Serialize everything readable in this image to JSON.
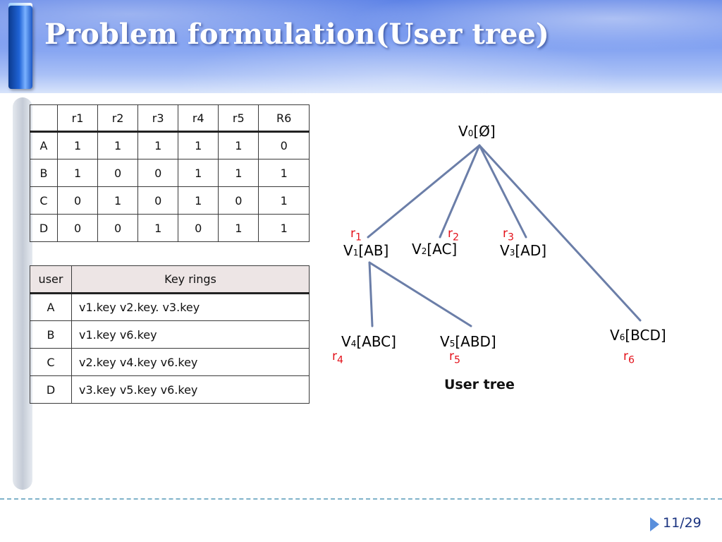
{
  "title": "Problem formulation(User tree)",
  "matrix": {
    "headers": [
      "",
      "r1",
      "r2",
      "r3",
      "r4",
      "r5",
      "R6"
    ],
    "rows": [
      [
        "A",
        "1",
        "1",
        "1",
        "1",
        "1",
        "0"
      ],
      [
        "B",
        "1",
        "0",
        "0",
        "1",
        "1",
        "1"
      ],
      [
        "C",
        "0",
        "1",
        "0",
        "1",
        "0",
        "1"
      ],
      [
        "D",
        "0",
        "0",
        "1",
        "0",
        "1",
        "1"
      ]
    ]
  },
  "keyrings": {
    "headers": [
      "user",
      "Key rings"
    ],
    "rows": [
      [
        "A",
        "v1.key v2.key. v3.key"
      ],
      [
        "B",
        "v1.key v6.key"
      ],
      [
        "C",
        "v2.key v4.key v6.key"
      ],
      [
        "D",
        "v3.key v5.key v6.key"
      ]
    ]
  },
  "tree": {
    "nodes": [
      {
        "id": "v0",
        "prefix": "V",
        "sub": "0",
        "set": "[Ø]"
      },
      {
        "id": "v1",
        "prefix": "V",
        "sub": "1",
        "set": "[AB]"
      },
      {
        "id": "v2",
        "prefix": "V",
        "sub": "2",
        "set": "[AC]"
      },
      {
        "id": "v3",
        "prefix": "V",
        "sub": "3",
        "set": "[AD]"
      },
      {
        "id": "v4",
        "prefix": "V",
        "sub": "4",
        "set": "[ABC]"
      },
      {
        "id": "v5",
        "prefix": "V",
        "sub": "5",
        "set": "[ABD]"
      },
      {
        "id": "v6",
        "prefix": "V",
        "sub": "6",
        "set": "[BCD]"
      }
    ],
    "edge_labels": [
      {
        "prefix": "r",
        "sub": "1"
      },
      {
        "prefix": "r",
        "sub": "2"
      },
      {
        "prefix": "r",
        "sub": "3"
      },
      {
        "prefix": "r",
        "sub": "4"
      },
      {
        "prefix": "r",
        "sub": "5"
      },
      {
        "prefix": "r",
        "sub": "6"
      }
    ],
    "caption": "User tree",
    "edge_color": "#6b7ea8",
    "label_color": "#e3121b"
  },
  "page": {
    "current": "11",
    "total": "/29"
  }
}
